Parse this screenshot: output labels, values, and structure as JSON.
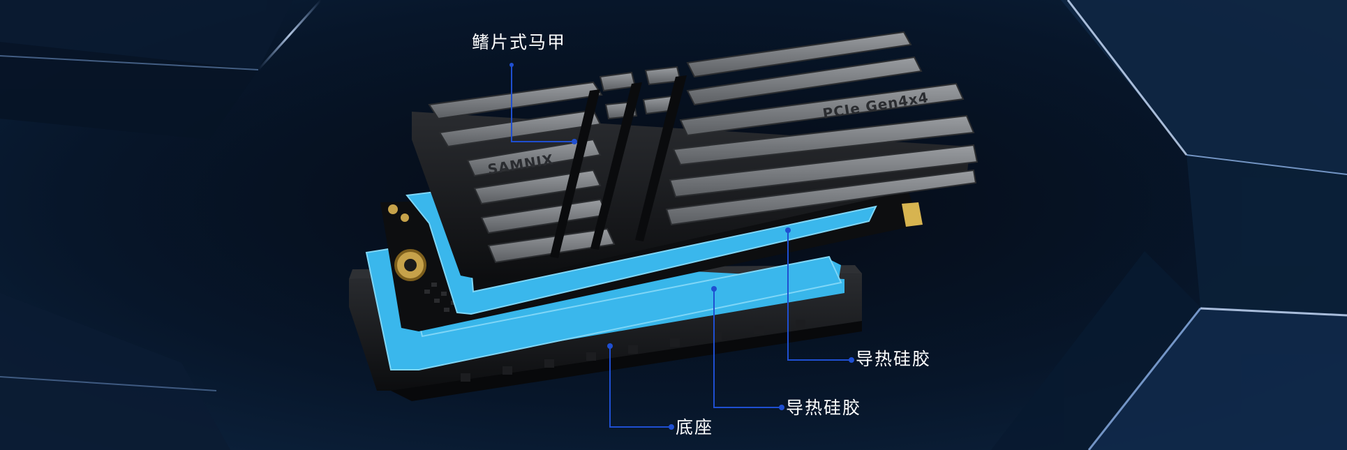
{
  "product": {
    "brand_marking": "SAMNIX",
    "interface_marking": "PCIe Gen4x4"
  },
  "callouts": {
    "heatsink": "鳍片式马甲",
    "thermal_pad_upper": "导热硅胶",
    "thermal_pad_lower": "导热硅胶",
    "base": "底座"
  },
  "colors": {
    "background": "#02050b",
    "callout_line": "#1f4fd1",
    "thermal_pad": "#38b6ea",
    "heatsink_fin": "#6f7276",
    "base": "#141518"
  }
}
